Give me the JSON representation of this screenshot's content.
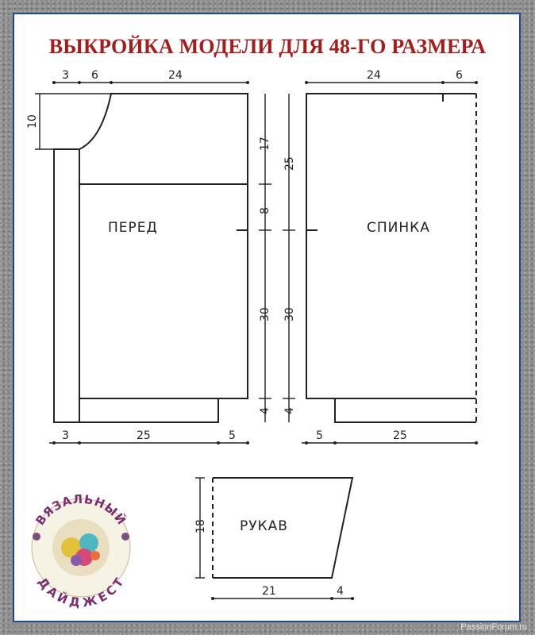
{
  "title": "ВЫКРОЙКА МОДЕЛИ ДЛЯ 48-ГО РАЗМЕРА",
  "pieces": {
    "front": "ПЕРЕД",
    "back": "СПИНКА",
    "sleeve": "РУКАВ"
  },
  "front_dims": {
    "top": [
      "3",
      "6",
      "24"
    ],
    "neck_depth": "10",
    "right": [
      "17",
      "8",
      "30",
      "4"
    ],
    "bottom": [
      "3",
      "25",
      "5"
    ]
  },
  "back_dims": {
    "top": [
      "24",
      "6"
    ],
    "left": [
      "25",
      "30",
      "4"
    ],
    "bottom": [
      "5",
      "25"
    ]
  },
  "sleeve_dims": {
    "height": "18",
    "bottom": [
      "21",
      "4"
    ]
  },
  "logo": {
    "top_text": "ВЯЗАЛЬНЫЙ",
    "bottom_text": "ДАЙДЖЕСТ"
  },
  "footer": "PassionForum.ru",
  "colors": {
    "title": "#a51c1c",
    "frame": "#1e4a8a"
  }
}
